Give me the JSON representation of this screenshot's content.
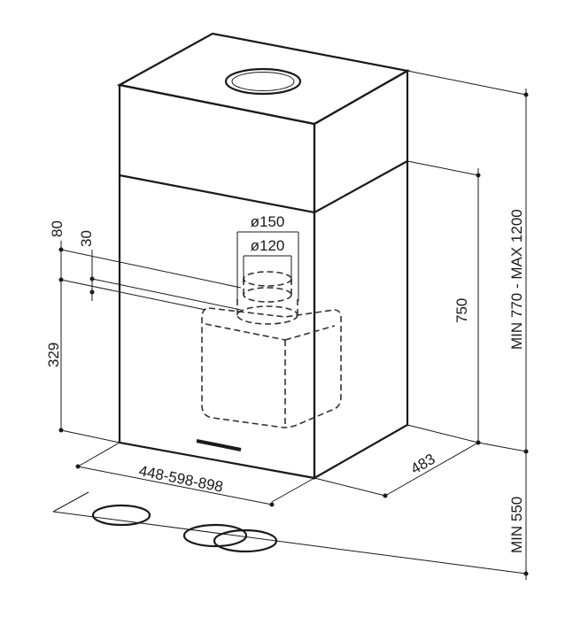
{
  "dimensions": {
    "top_offset": "80",
    "gap": "30",
    "outlet_outer": "ø150",
    "outlet_inner": "ø120",
    "wall_height": "329",
    "widths": "448-598-898",
    "depth": "483",
    "hood_height": "750",
    "total_height": "MIN 770 - MAX 1200",
    "hob_clearance": "MIN 550"
  }
}
